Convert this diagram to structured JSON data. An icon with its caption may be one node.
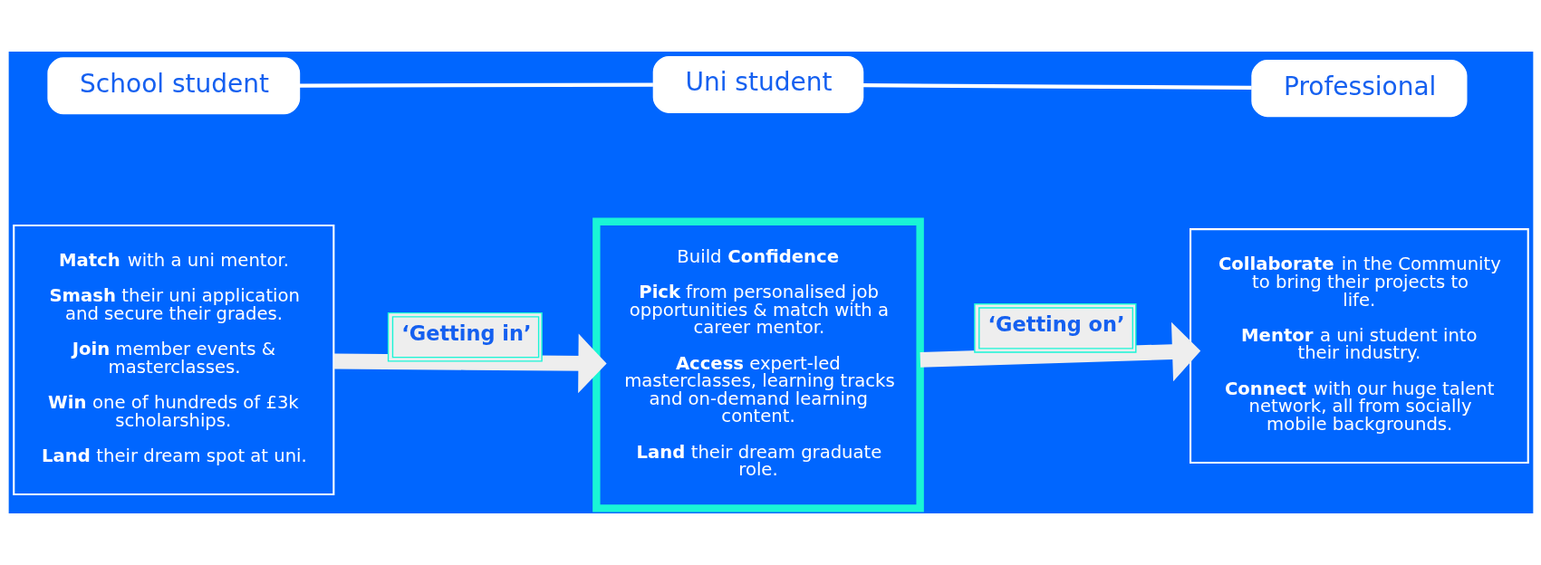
{
  "diagram": {
    "nodes": [
      {
        "text": [
          "School student"
        ]
      },
      {
        "text": [
          "**Match** with a uni mentor.",
          "**Smash** their uni application and secure their grades.",
          "**Join** member events & masterclasses.",
          "**Win** one of hundreds of £3k scholarships.",
          "**Land** their dream spot at uni."
        ]
      },
      {
        "text": [
          "Uni student"
        ]
      },
      {
        "text": [
          "Build **Confidence**",
          "**Pick** from personalised job opportunities & match with a career mentor.",
          "**Access** expert-led masterclasses, learning tracks and on-demand learning content.",
          "**Land** their dream graduate role."
        ]
      },
      {
        "text": [
          "Professional"
        ]
      },
      {
        "text": [
          "**Collaborate** in the Community to bring their projects to life.",
          "**Mentor** a uni student into their industry.",
          "**Connect** with our huge talent network, all from socially mobile backgrounds."
        ]
      }
    ],
    "edges": [
      {
        "from": 2,
        "to": 0,
        "arrow": "none"
      },
      {
        "from": 2,
        "to": 4,
        "arrow": "none"
      },
      {
        "from": 1,
        "to": 3,
        "arrow": "to",
        "label": "‘Getting in’",
        "style": "thick",
        "color": "#eeeeee"
      },
      {
        "from": 3,
        "to": 5,
        "arrow": "to",
        "label": "‘Getting on’",
        "style": "thick",
        "color": "#eeeeee"
      }
    ]
  }
}
